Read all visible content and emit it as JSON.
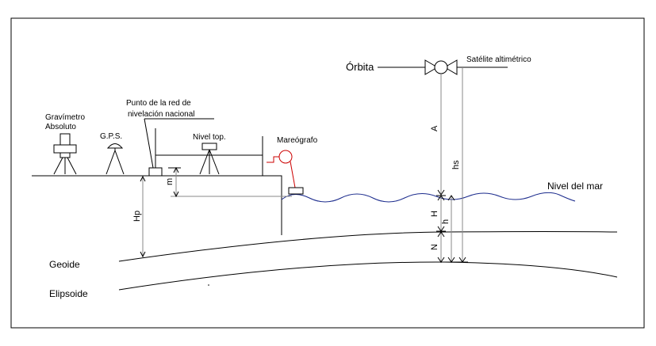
{
  "labels": {
    "orbita": "Órbita",
    "satelite": "Satélite altimétrico",
    "punto_line1": "Punto de la red de",
    "punto_line2": "nivelación nacional",
    "gravimetro_line1": "Gravímetro",
    "gravimetro_line2": "Absoluto",
    "gps": "G.P.S.",
    "nivel_top": "Nivel top.",
    "mareografo": "Mareógrafo",
    "nivel_mar": "Nivel del mar",
    "geoide": "Geoide",
    "elipsoide": "Elipsoide"
  },
  "dimensions": {
    "A": "A",
    "hs": "hs",
    "H": "H",
    "h": "h",
    "N": "N",
    "m": "m",
    "Hp": "Hp"
  },
  "colors": {
    "line": "#000000",
    "guide": "#888888",
    "sea": "#1a2a8c",
    "tide_gauge": "#cc0000"
  }
}
